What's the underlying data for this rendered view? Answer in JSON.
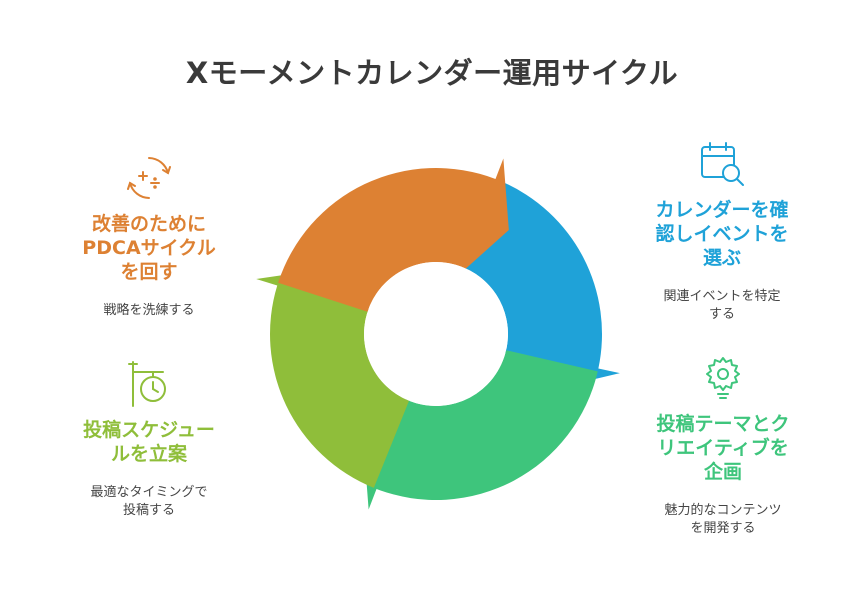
{
  "title": "Xモーメントカレンダー運用サイクル",
  "colors": {
    "orange": "#dd8133",
    "blue": "#1fa2d8",
    "green": "#3ec57c",
    "lime": "#8fbe3a"
  },
  "steps": [
    {
      "heading": "改善のために\nPDCAサイクル\nを回す",
      "description": "戦略を洗練する",
      "icon": "cycle-plus-minus-icon"
    },
    {
      "heading": "カレンダーを確\n認しイベントを\n選ぶ",
      "description": "関連イベントを特定\nする",
      "icon": "calendar-search-icon"
    },
    {
      "heading": "投稿テーマとク\nリエイティブを\n企画",
      "description": "魅力的なコンテンツ\nを開発する",
      "icon": "lightbulb-gear-icon"
    },
    {
      "heading": "投稿スケジュー\nルを立案",
      "description": "最適なタイミングで\n投稿する",
      "icon": "sign-clock-icon"
    }
  ]
}
